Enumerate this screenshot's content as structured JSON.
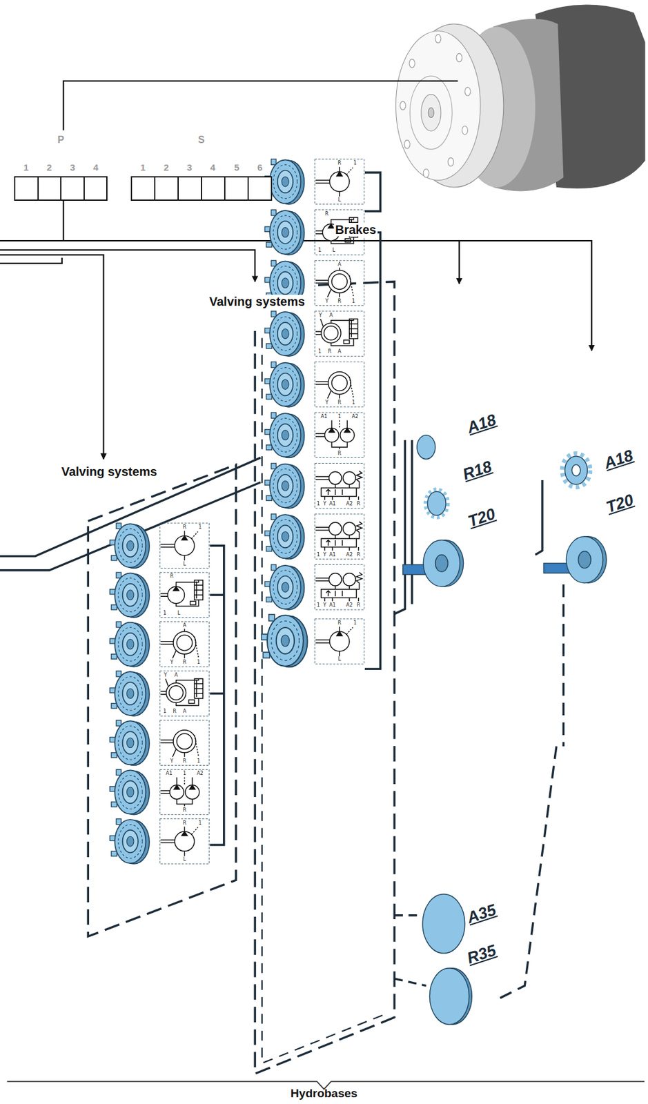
{
  "diagram": {
    "nodes": [
      {
        "text": [
          "P"
        ]
      },
      {
        "text": [
          "S"
        ]
      }
    ],
    "labels": [
      "1",
      "2",
      "3",
      "4",
      "1",
      "2",
      "3",
      "4",
      "5",
      "6",
      "Brakes",
      "Valving systems",
      "Valving systems",
      "A18",
      "R18",
      "T20",
      "A18",
      "T20",
      "A35",
      "R35",
      "Hydrobases",
      "R",
      "1",
      "L",
      "R",
      "1",
      "L",
      "A",
      "Y",
      "R",
      "1",
      "Y",
      "A",
      "1",
      "R",
      "A",
      "Y",
      "R",
      "1",
      "A1",
      "1",
      "A2",
      "R",
      "1",
      "Y",
      "A1",
      "A2",
      "R",
      "1",
      "Y",
      "A1",
      "A2",
      "R",
      "1",
      "Y",
      "A1",
      "A2",
      "R",
      "R",
      "1",
      "L",
      "R",
      "1",
      "L",
      "R",
      "1",
      "L",
      "A",
      "Y",
      "R",
      "1",
      "Y",
      "A",
      "1",
      "R",
      "A",
      "Y",
      "R",
      "1",
      "A1",
      "1",
      "A2",
      "R",
      "R",
      "1",
      "L"
    ]
  }
}
